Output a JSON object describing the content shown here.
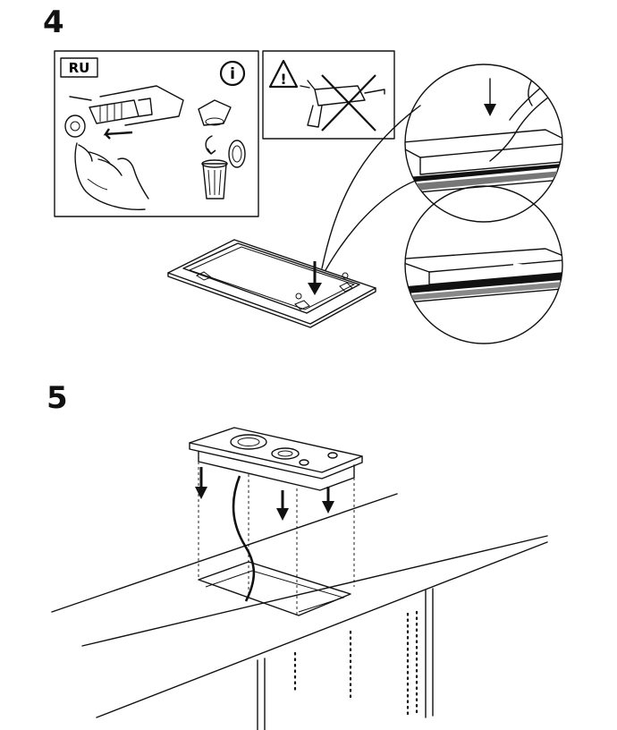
{
  "step4": {
    "number": "4",
    "panel_region_label": "RU",
    "info_icon_glyph": "i",
    "warning_icon_glyph": "!"
  },
  "step5": {
    "number": "5"
  },
  "icons": [
    "info-icon",
    "warning-triangle-icon",
    "sealant-gun-icon",
    "cross-icon",
    "trash-bin-icon",
    "down-arrow-icon"
  ]
}
